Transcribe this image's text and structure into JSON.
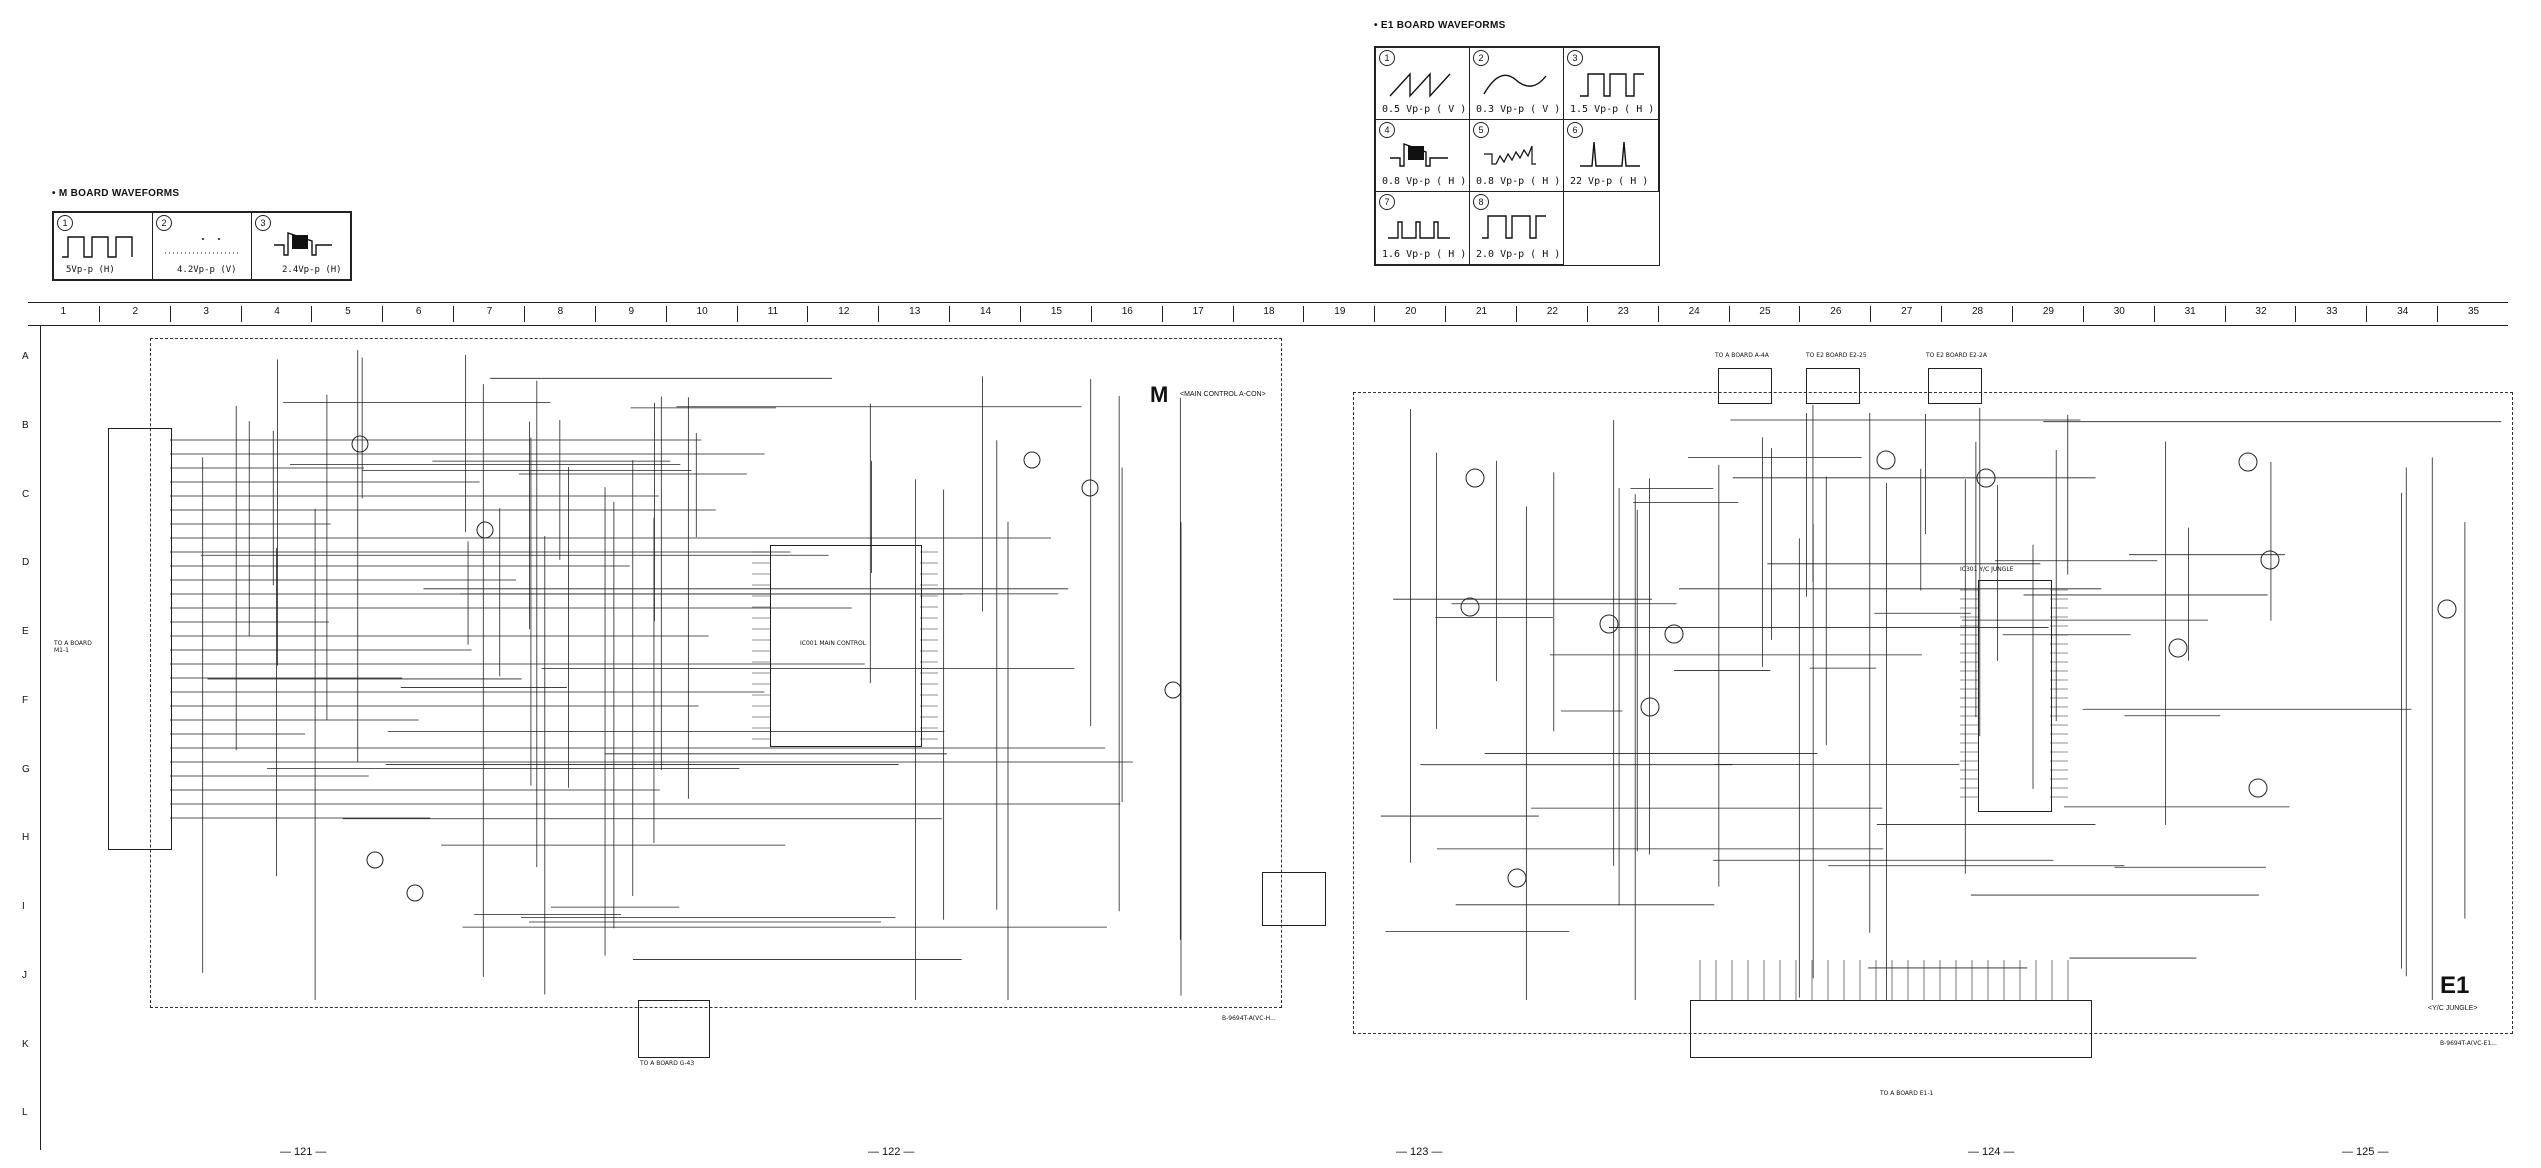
{
  "e1_waveforms": {
    "title": "• E1 BOARD WAVEFORMS",
    "cells": [
      {
        "num": "1",
        "amp": "0.5 Vp-p ( V )",
        "shape": "sawtooth-icon"
      },
      {
        "num": "2",
        "amp": "0.3 Vp-p ( V )",
        "shape": "arc-icon"
      },
      {
        "num": "3",
        "amp": "1.5 Vp-p ( H )",
        "shape": "pulse-icon"
      },
      {
        "num": "4",
        "amp": "0.8 Vp-p ( H )",
        "shape": "burst-icon"
      },
      {
        "num": "5",
        "amp": "0.8 Vp-p ( H )",
        "shape": "ramp-burst-icon"
      },
      {
        "num": "6",
        "amp": "22 Vp-p ( H )",
        "shape": "spike-icon"
      },
      {
        "num": "7",
        "amp": "1.6 Vp-p ( H )",
        "shape": "narrow-pulse-icon"
      },
      {
        "num": "8",
        "amp": "2.0 Vp-p ( H )",
        "shape": "pulse-icon"
      }
    ]
  },
  "m_waveforms": {
    "title": "• M BOARD WAVEFORMS",
    "cells": [
      {
        "num": "1",
        "amp": "5Vp-p (H)",
        "shape": "pulse-icon"
      },
      {
        "num": "2",
        "amp": "4.2Vp-p (V)",
        "shape": "dotted-line-icon"
      },
      {
        "num": "3",
        "amp": "2.4Vp-p (H)",
        "shape": "burst-icon"
      }
    ]
  },
  "grid": {
    "columns": [
      "1",
      "2",
      "3",
      "4",
      "5",
      "6",
      "7",
      "8",
      "9",
      "10",
      "11",
      "12",
      "13",
      "14",
      "15",
      "16",
      "17",
      "18",
      "19",
      "20",
      "21",
      "22",
      "23",
      "24",
      "25",
      "26",
      "27",
      "28",
      "29",
      "30",
      "31",
      "32",
      "33",
      "34",
      "35"
    ],
    "rows": [
      "A",
      "B",
      "C",
      "D",
      "E",
      "F",
      "G",
      "H",
      "I",
      "J",
      "K",
      "L"
    ]
  },
  "boards": {
    "m": {
      "label": "M",
      "sub": "<MAIN CONTROL A-CON>"
    },
    "e1": {
      "label": "E1",
      "sub": "<Y/C JUNGLE>"
    }
  },
  "connectors": {
    "left": "TO A BOARD M1-1",
    "bottom_m": "TO A BOARD G-43",
    "top_e1_a": "TO A BOARD A-4A",
    "top_e1_b": "TO E2 BOARD E2-25",
    "top_e1_c": "TO E2 BOARD E2-2A",
    "bottom_e1": "TO A BOARD E1-1",
    "ic_m": "IC001 MAIN CONTROL",
    "ic_e1": "IC301 Y/C JUNGLE"
  },
  "page_numbers": [
    "— 121 —",
    "— 122 —",
    "— 123 —",
    "— 124 —",
    "— 125 —"
  ],
  "footnotes": {
    "m": "B-9694T-A(VC-H...",
    "e1": "B-9694T-A(VC-E1..."
  }
}
